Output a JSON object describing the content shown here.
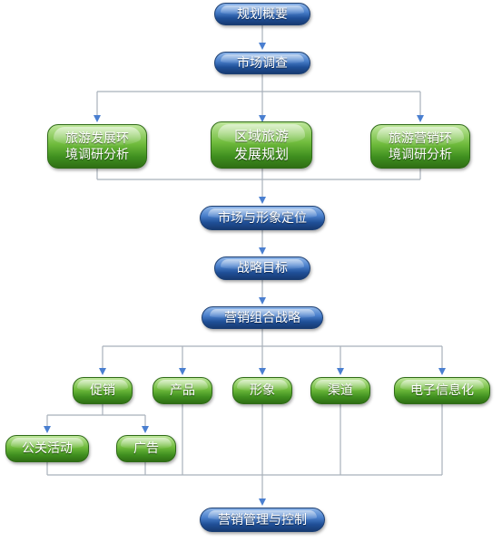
{
  "nodes": {
    "overview": "规划概要",
    "market_survey": "市场调查",
    "tourism_env": "旅游发展环\n境调研分析",
    "regional": "区域旅游\n发展规划",
    "marketing_env": "旅游营销环\n境调研分析",
    "positioning": "市场与形象定位",
    "strategy_goal": "战略目标",
    "marketing_mix": "营销组合战略",
    "promotion": "促销",
    "product": "产品",
    "image": "形象",
    "channel": "渠道",
    "e_info": "电子信息化",
    "pr": "公关活动",
    "advert": "广告",
    "management": "营销管理与控制"
  },
  "colors": {
    "blue_node": "#1f4f97",
    "green_node": "#3f8f1f",
    "connector": "#a8b0ba",
    "arrow": "#4a7fd0"
  }
}
